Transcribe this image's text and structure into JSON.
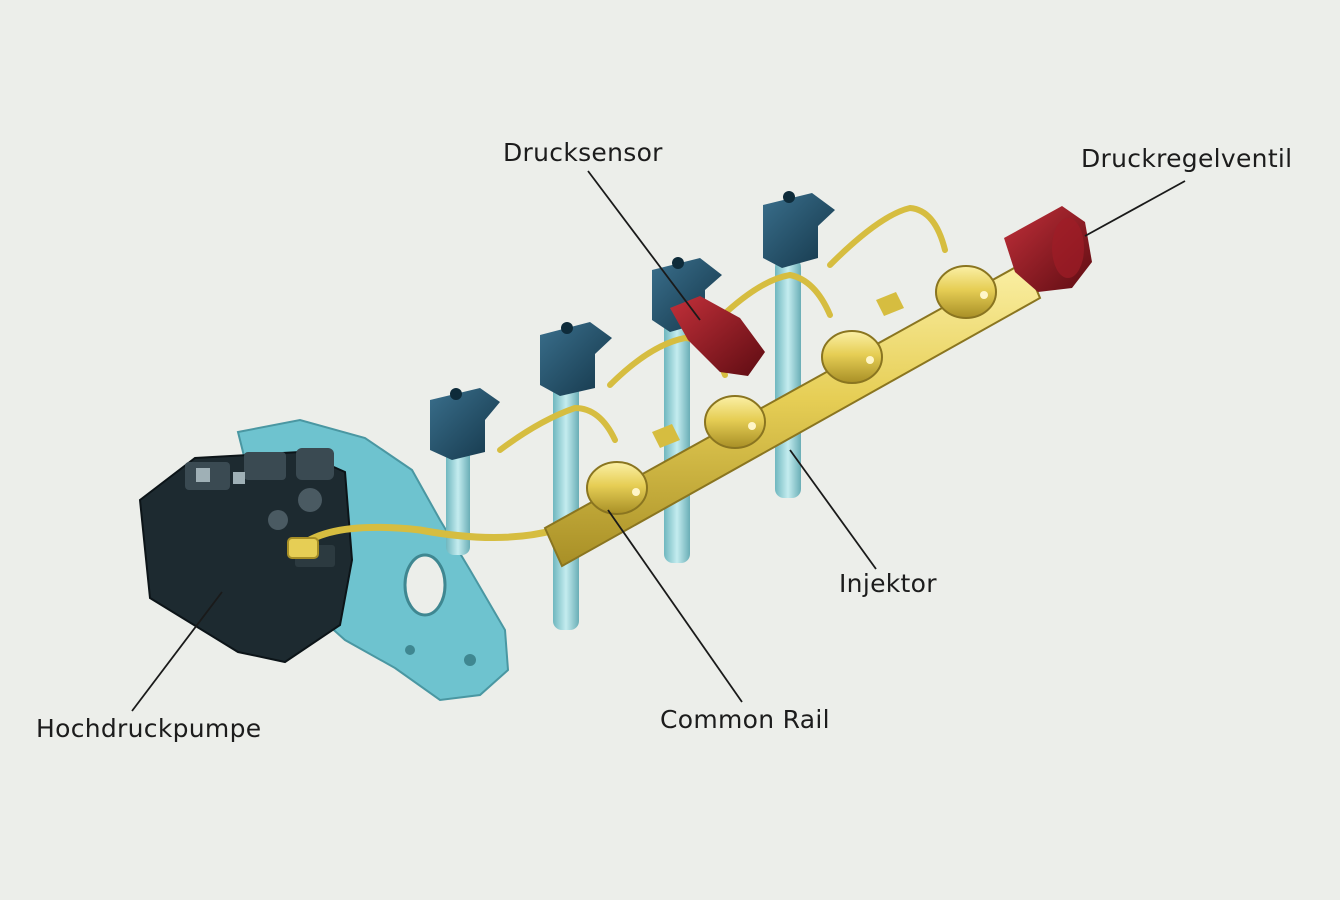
{
  "labels": {
    "drucksensor": "Drucksensor",
    "druckregelventil": "Druckregelventil",
    "injektor": "Injektor",
    "common_rail": "Common Rail",
    "hochdruckpumpe": "Hochdruckpumpe"
  },
  "colors": {
    "background": "#eceeea",
    "rail": "#e0c84a",
    "injector_body": "#8fcfd6",
    "injector_cap": "#1e4d66",
    "pressure_parts": "#8c1620",
    "pump": "#1d2a30",
    "pump_flange": "#6ec3cf",
    "callout_line": "#1a1a1a"
  }
}
